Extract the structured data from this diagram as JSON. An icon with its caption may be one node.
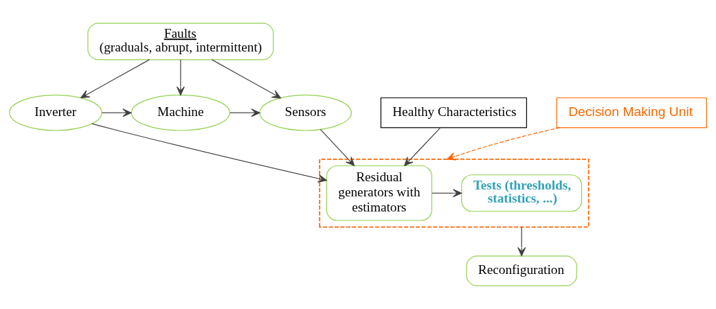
{
  "diagram": {
    "nodes": [
      {
        "text": [
          "Faults",
          "(graduals, abrupt, intermittent)"
        ]
      },
      {
        "text": [
          "Inverter"
        ]
      },
      {
        "text": [
          "Machine"
        ]
      },
      {
        "text": [
          "Sensors"
        ]
      },
      {
        "text": [],
        "shape": "box"
      },
      {
        "text": [
          "Residual generators with estimators"
        ],
        "in": 4
      },
      {
        "text": [
          "Tests (thresholds, statistics, ...)"
        ],
        "in": 4
      },
      {
        "text": [
          "Reconfiguration"
        ]
      },
      {
        "text": [
          "Healthy Characteristics"
        ]
      },
      {
        "text": [
          "Decision Making Unit"
        ]
      }
    ],
    "edges": [
      {
        "from": 0,
        "to": 1,
        "arrow": "to"
      },
      {
        "from": 0,
        "to": 2,
        "arrow": "to"
      },
      {
        "from": 0,
        "to": 3,
        "arrow": "to"
      },
      {
        "from": 1,
        "to": 2,
        "arrow": "to"
      },
      {
        "from": 2,
        "to": 3,
        "arrow": "to"
      },
      {
        "from": 3,
        "to": 5,
        "arrow": "to"
      },
      {
        "from": 1,
        "to": 5,
        "arrow": "to"
      },
      {
        "from": 8,
        "to": 5,
        "arrow": "to"
      },
      {
        "from": 5,
        "to": 6,
        "arrow": "to"
      },
      {
        "from": 4,
        "to": 7,
        "arrow": "to"
      },
      {
        "from": 9,
        "to": 4,
        "arrow": "to",
        "style": "dashed",
        "color": "#ff6600"
      }
    ]
  }
}
